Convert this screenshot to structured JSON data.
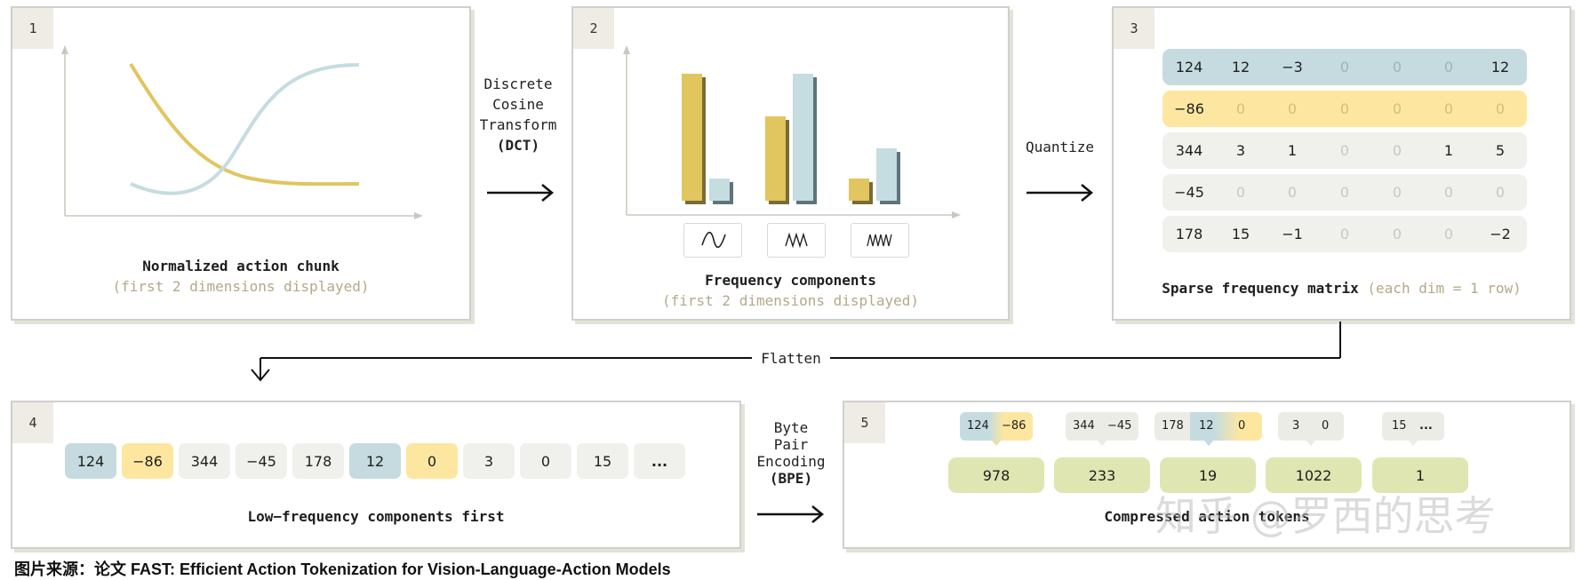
{
  "panel1": {
    "number": "1",
    "title": "Normalized action chunk",
    "subtitle": "(first 2 dimensions displayed)"
  },
  "arrow1": {
    "lines": [
      "Discrete",
      "Cosine",
      "Transform"
    ],
    "bold": "(DCT)"
  },
  "panel2": {
    "number": "2",
    "title": "Frequency components",
    "subtitle": "(first 2 dimensions displayed)"
  },
  "arrow2": {
    "label": "Quantize"
  },
  "panel3": {
    "number": "3",
    "title": "Sparse frequency matrix",
    "subtitle": "(each dim = 1 row)",
    "rows": [
      [
        "124",
        "12",
        "−3",
        "0",
        "0",
        "0",
        "12"
      ],
      [
        "−86",
        "0",
        "0",
        "0",
        "0",
        "0",
        "0"
      ],
      [
        "344",
        "3",
        "1",
        "0",
        "0",
        "1",
        "5"
      ],
      [
        "−45",
        "0",
        "0",
        "0",
        "0",
        "0",
        "0"
      ],
      [
        "178",
        "15",
        "−1",
        "0",
        "0",
        "0",
        "−2"
      ]
    ]
  },
  "flatten": {
    "label": "Flatten"
  },
  "panel4": {
    "number": "4",
    "title": "Low−frequency components first",
    "chips": [
      "124",
      "−86",
      "344",
      "−45",
      "178",
      "12",
      "0",
      "3",
      "0",
      "15",
      "..."
    ]
  },
  "arrow3": {
    "lines": [
      "Byte",
      "Pair",
      "Encoding"
    ],
    "bold": "(BPE)"
  },
  "panel5": {
    "number": "5",
    "title": "Compressed action tokens",
    "groups": [
      [
        "124",
        "−86"
      ],
      [
        "344",
        "−45"
      ],
      [
        "178",
        "12",
        "0"
      ],
      [
        "3",
        "0"
      ],
      [
        "15",
        "..."
      ]
    ],
    "tokens": [
      "978",
      "233",
      "19",
      "1022",
      "1"
    ]
  },
  "source": "图片来源：论文 FAST: Efficient Action Tokenization for Vision-Language-Action Models",
  "watermark": "知乎 @罗西的思考",
  "colors": {
    "blue": "#c5dbe0",
    "yellow": "#e3c352",
    "lightyellow": "#fde7a0",
    "grey": "#f0f0ec",
    "green": "#dfe6b2"
  }
}
